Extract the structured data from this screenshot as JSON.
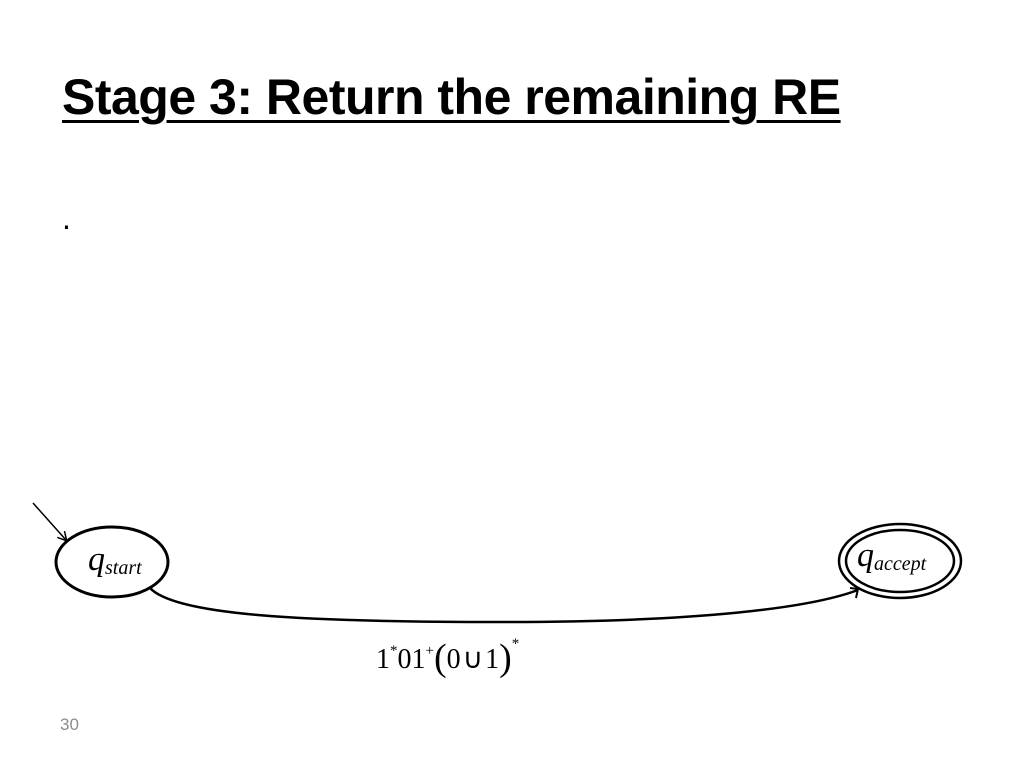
{
  "slide": {
    "title": "Stage 3: Return the remaining RE",
    "bullet": ".",
    "page_number": "30"
  },
  "diagram": {
    "states": [
      {
        "id": "start",
        "symbol": "q",
        "subscript": "start",
        "accepting": false,
        "initial": true
      },
      {
        "id": "accept",
        "symbol": "q",
        "subscript": "accept",
        "accepting": true,
        "initial": false
      }
    ],
    "transitions": [
      {
        "from": "start",
        "to": "accept",
        "label": {
          "a": "1",
          "a_sup": "*",
          "b": "01",
          "b_sup": "+",
          "open": "(",
          "c": "0",
          "union": "∪",
          "d": "1",
          "close": ")",
          "close_sup": "*"
        }
      }
    ]
  },
  "colors": {
    "text": "#000000",
    "page_number": "#8c8c8c",
    "stroke": "#000000"
  }
}
